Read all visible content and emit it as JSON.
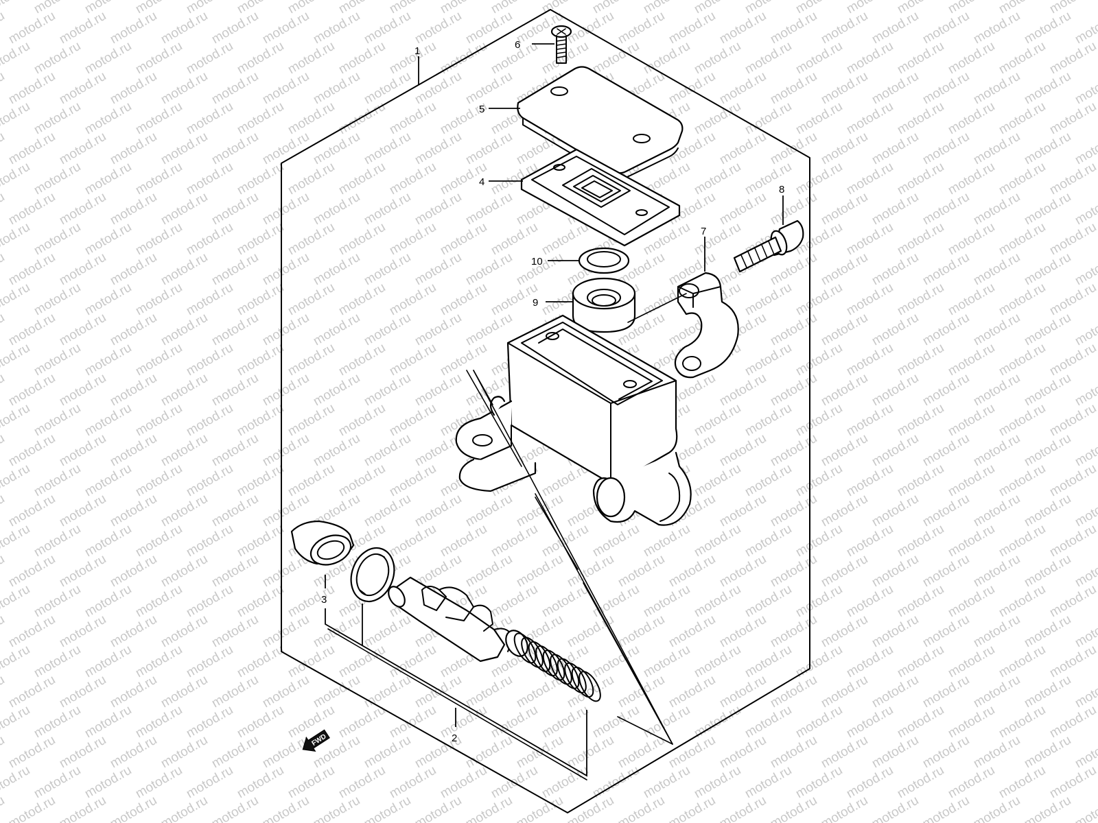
{
  "diagram": {
    "watermark": "motod.ru",
    "fwd_label": "FWD",
    "callouts": [
      {
        "id": "1",
        "label": "1"
      },
      {
        "id": "2",
        "label": "2"
      },
      {
        "id": "3",
        "label": "3"
      },
      {
        "id": "4",
        "label": "4"
      },
      {
        "id": "5",
        "label": "5"
      },
      {
        "id": "6",
        "label": "6"
      },
      {
        "id": "7",
        "label": "7"
      },
      {
        "id": "8",
        "label": "8"
      },
      {
        "id": "9",
        "label": "9"
      },
      {
        "id": "10",
        "label": "10"
      }
    ]
  }
}
